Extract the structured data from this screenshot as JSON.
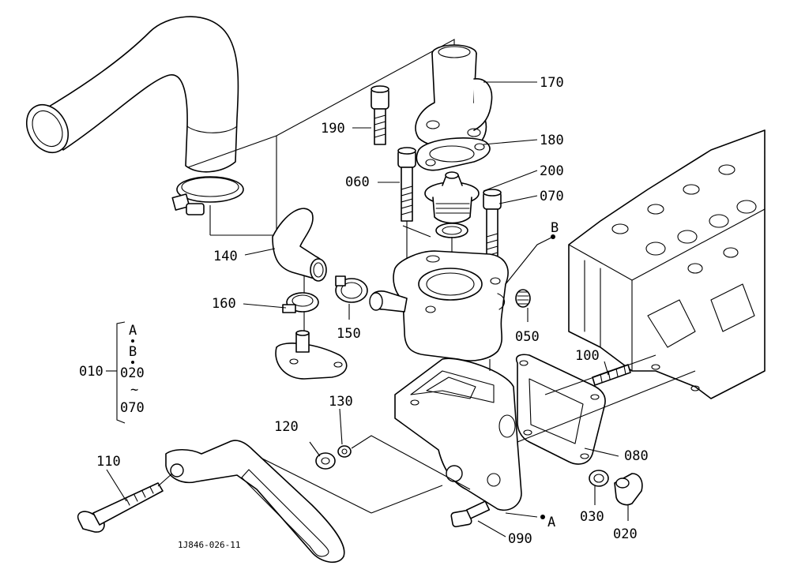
{
  "part_labels": {
    "p170": "170",
    "p180": "180",
    "p190": "190",
    "p200": "200",
    "p060": "060",
    "p070": "070",
    "p140": "140",
    "p160": "160",
    "p150": "150",
    "p050": "050",
    "p100": "100",
    "p080": "080",
    "p030": "030",
    "p020": "020",
    "p090": "090",
    "p110": "110",
    "p120": "120",
    "p130": "130"
  },
  "reference_marks": {
    "a": "A",
    "b": "B"
  },
  "assembly_bracket": {
    "assy": "010",
    "row1": "A",
    "row2": "B",
    "row3": "020",
    "row4": "~",
    "row5": "070"
  },
  "drawing_id": "1J846-026-11"
}
